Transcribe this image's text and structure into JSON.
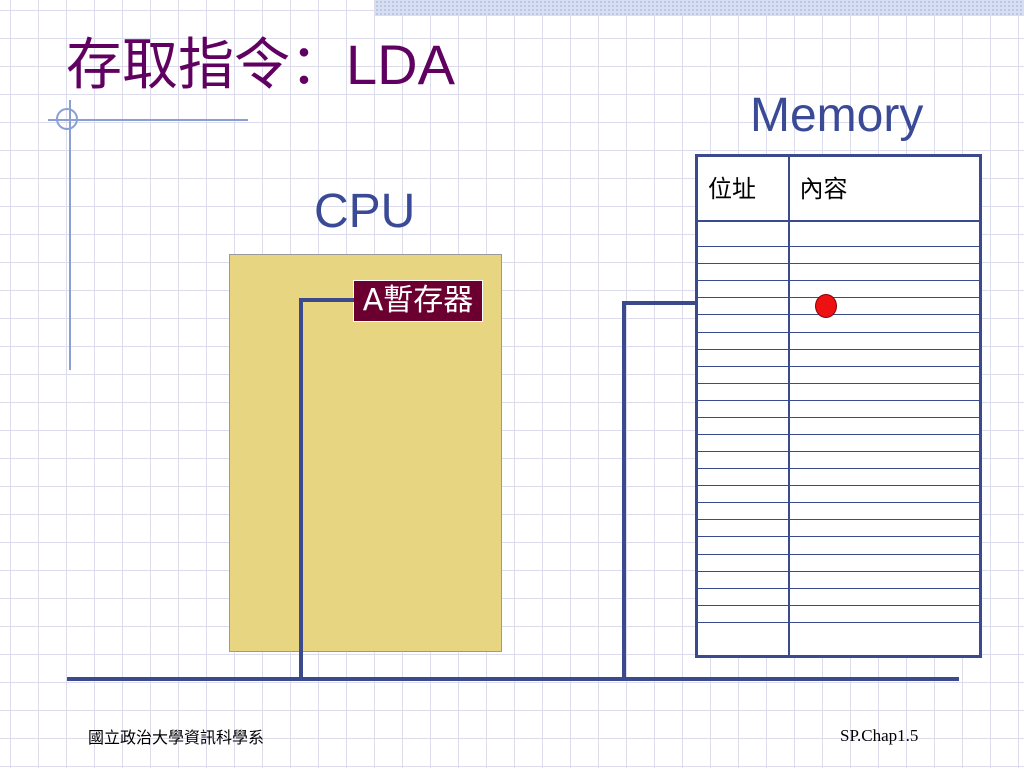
{
  "slide": {
    "title_prefix": "存取指令：",
    "title_main": "LDA",
    "memory_label": "Memory",
    "cpu_label": "CPU",
    "register_label": "A暫存器"
  },
  "memory_table": {
    "headers": [
      "位址",
      "內容"
    ],
    "row_count": 24,
    "highlighted_row": 5
  },
  "colors": {
    "title": "#600060",
    "labels": "#3a4a96",
    "cpu_fill": "#e8d582",
    "register_fill": "#6b0030",
    "wire": "#3a4a8c",
    "marker": "#ee1111"
  },
  "footer": {
    "department": "國立政治大學資訊科學系",
    "page_id": "SP.Chap1.5"
  }
}
